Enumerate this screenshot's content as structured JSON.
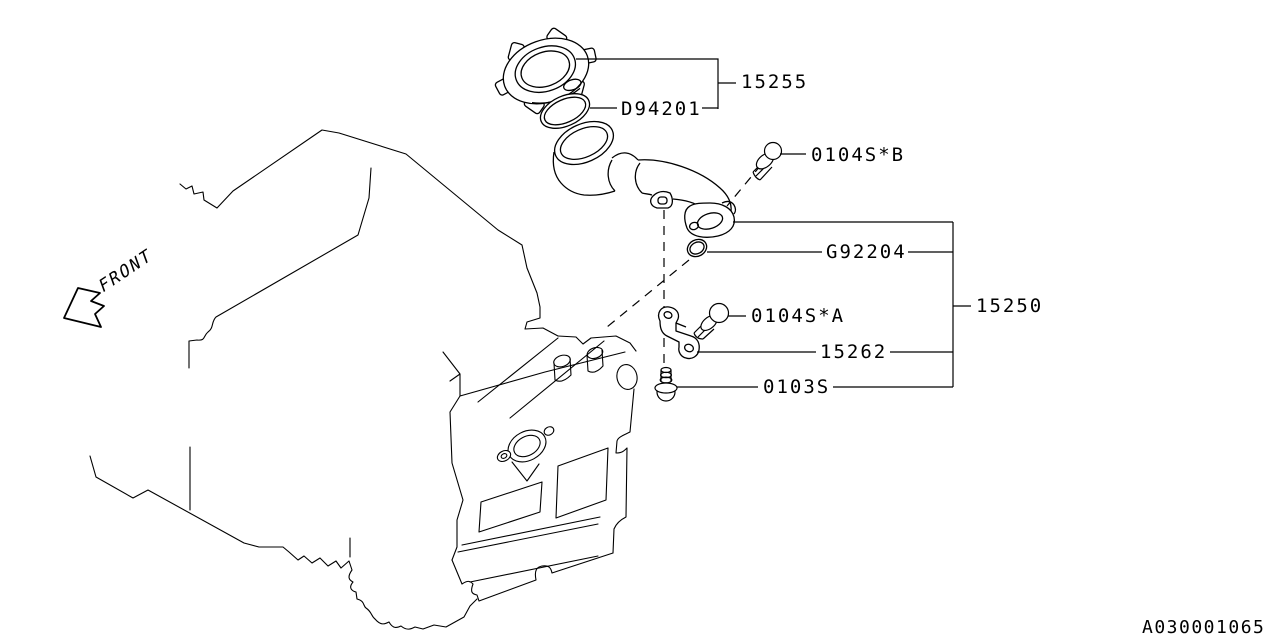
{
  "diagram_code": "A030001065",
  "front_label": "FRONT",
  "colors": {
    "background": "#ffffff",
    "line": "#000000",
    "text": "#000000"
  },
  "parts": {
    "cap": "15255",
    "gasket": "D94201",
    "bolt_b": "0104S*B",
    "o_ring": "G92204",
    "duct_assembly": "15250",
    "bolt_a": "0104S*A",
    "bracket": "15262",
    "bolt_s": "0103S"
  }
}
